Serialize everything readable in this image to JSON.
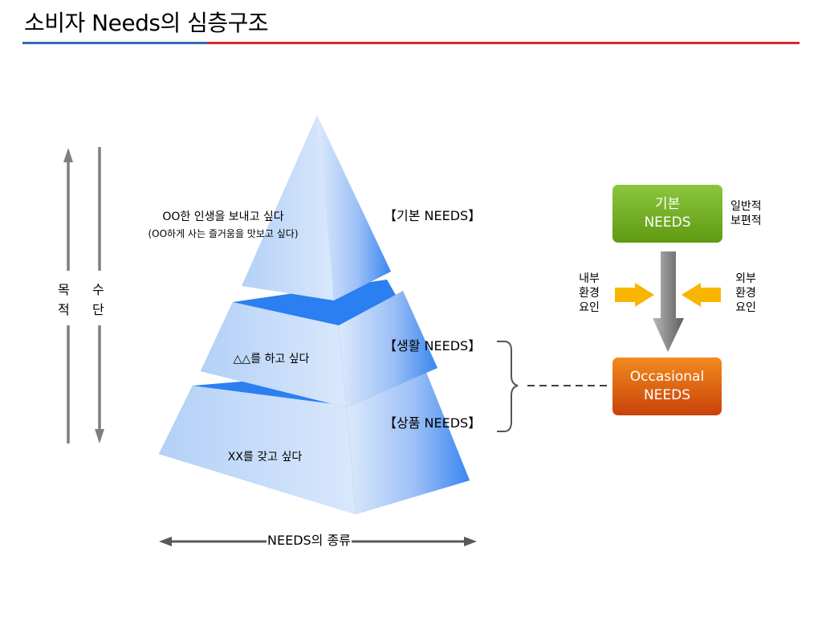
{
  "title": "소비자 Needs의 심층구조",
  "axis_left": {
    "purpose": [
      "목",
      "적"
    ],
    "means": [
      "수",
      "단"
    ]
  },
  "pyramid": {
    "top": {
      "line1": "OO한 인생을 보내고 싶다",
      "line2": "(OO하게 사는 즐거움을 맛보고 싶다)"
    },
    "middle": {
      "line1": "△△를 하고 싶다"
    },
    "bottom": {
      "line1": "XX를 갖고 싶다"
    }
  },
  "needs_labels": {
    "basic": "【기본 NEEDS】",
    "life": "【생활 NEEDS】",
    "product": "【상품 NEEDS】"
  },
  "bottom_axis_label": "NEEDS의 종류",
  "basic_box": {
    "line1": "기본",
    "line2": "NEEDS"
  },
  "basic_note": [
    "일반적",
    "보편적"
  ],
  "internal_factor": [
    "내부",
    "환경",
    "요인"
  ],
  "external_factor": [
    "외부",
    "환경",
    "요인"
  ],
  "occasional_box": {
    "line1": "Occasional",
    "line2": "NEEDS"
  },
  "colors": {
    "title_rule_blue": "#2e6db4",
    "title_rule_red": "#d9262e",
    "basic_box": "#7ab51d",
    "occasional_box": "#e05e10",
    "factor_arrow": "#f7b500",
    "pyramid_light": "#d6e6fb",
    "pyramid_dark": "#3a86f0"
  }
}
